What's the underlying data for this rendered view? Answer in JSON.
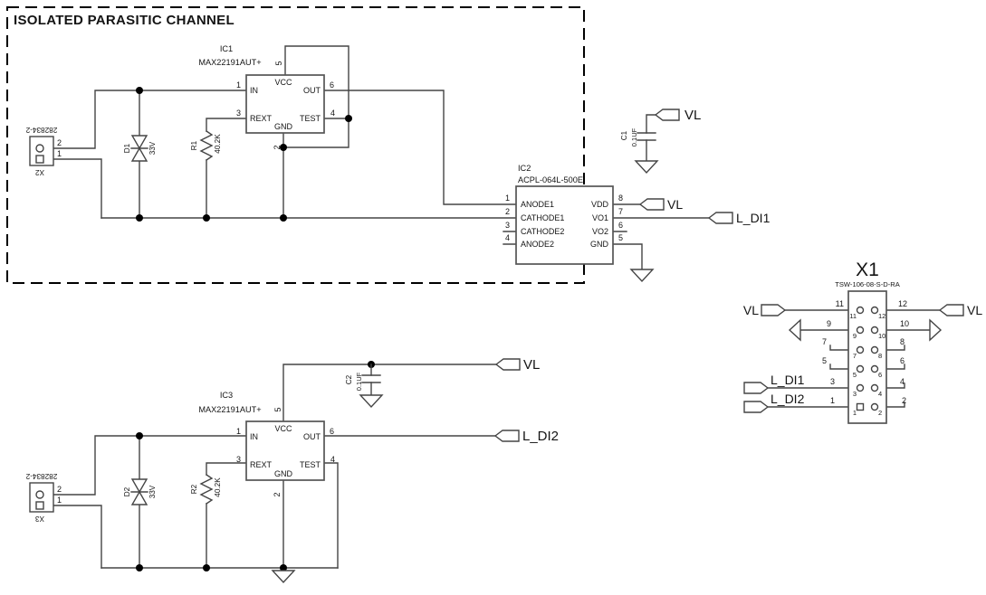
{
  "title": "ISOLATED PARASITIC CHANNEL",
  "colors": {
    "line": "#454545",
    "text": "#141414",
    "background": "#ffffff"
  },
  "nets": {
    "vl": "VL",
    "l_di1": "L_DI1",
    "l_di2": "L_DI2"
  },
  "components": {
    "ic1": {
      "ref": "IC1",
      "part": "MAX22191AUT+",
      "pin_in": "IN",
      "pin_rext": "REXT",
      "pin_vcc": "VCC",
      "pin_gnd": "GND",
      "pin_out": "OUT",
      "pin_test": "TEST",
      "num_in": "1",
      "num_rext": "3",
      "num_vcc": "5",
      "num_gnd": "2",
      "num_out": "6",
      "num_test": "4"
    },
    "ic2": {
      "ref": "IC2",
      "part": "ACPL-064L-500E",
      "left": [
        {
          "name": "ANODE1",
          "num": "1"
        },
        {
          "name": "CATHODE1",
          "num": "2"
        },
        {
          "name": "CATHODE2",
          "num": "3"
        },
        {
          "name": "ANODE2",
          "num": "4"
        }
      ],
      "right": [
        {
          "name": "VDD",
          "num": "8"
        },
        {
          "name": "VO1",
          "num": "7"
        },
        {
          "name": "VO2",
          "num": "6"
        },
        {
          "name": "GND",
          "num": "5"
        }
      ]
    },
    "ic3": {
      "ref": "IC3",
      "part": "MAX22191AUT+",
      "pin_in": "IN",
      "pin_rext": "REXT",
      "pin_vcc": "VCC",
      "pin_gnd": "GND",
      "pin_out": "OUT",
      "pin_test": "TEST",
      "num_in": "1",
      "num_rext": "3",
      "num_vcc": "5",
      "num_gnd": "2",
      "num_out": "6",
      "num_test": "4"
    },
    "x2": {
      "ref": "X2",
      "part": "282834-2",
      "num_top": "2",
      "num_bottom": "1"
    },
    "x3": {
      "ref": "X3",
      "part": "282834-2",
      "num_top": "2",
      "num_bottom": "1"
    },
    "x1": {
      "ref": "X1",
      "part": "TSW-106-08-S-D-RA",
      "rows": [
        {
          "l": "11",
          "r": "12"
        },
        {
          "l": "9",
          "r": "10"
        },
        {
          "l": "7",
          "r": "8"
        },
        {
          "l": "5",
          "r": "6"
        },
        {
          "l": "3",
          "r": "4"
        },
        {
          "l": "1",
          "r": "2"
        }
      ]
    },
    "d1": {
      "ref": "D1",
      "value": "33V"
    },
    "d2": {
      "ref": "D2",
      "value": "33V"
    },
    "r1": {
      "ref": "R1",
      "value": "40.2K"
    },
    "r2": {
      "ref": "R2",
      "value": "40.2K"
    },
    "c1": {
      "ref": "C1",
      "value": "0.1UF"
    },
    "c2": {
      "ref": "C2",
      "value": "0.1UF"
    }
  }
}
